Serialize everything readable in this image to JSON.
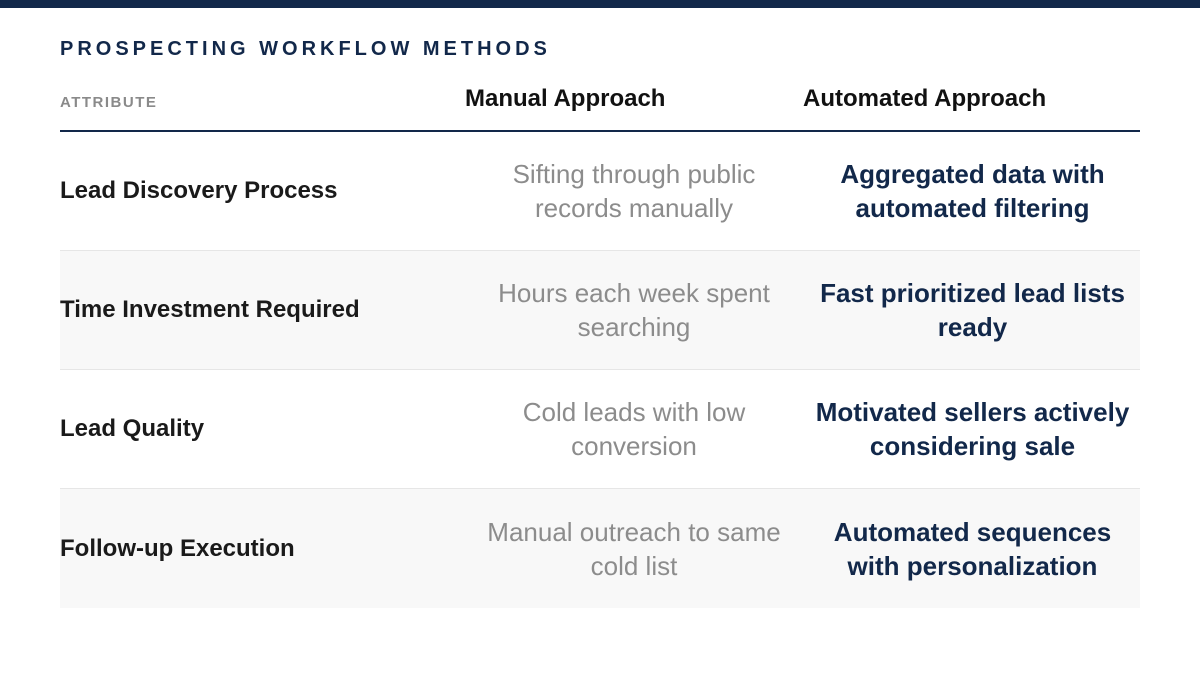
{
  "title": "PROSPECTING WORKFLOW METHODS",
  "headers": {
    "attribute": "ATTRIBUTE",
    "manual": "Manual Approach",
    "automated": "Automated Approach"
  },
  "rows": [
    {
      "attribute": "Lead Discovery Process",
      "manual": "Sifting through public records manually",
      "automated": "Aggregated data with automated filtering"
    },
    {
      "attribute": "Time Investment Required",
      "manual": "Hours each week spent searching",
      "automated": "Fast prioritized lead lists ready"
    },
    {
      "attribute": "Lead Quality",
      "manual": "Cold leads with low conversion",
      "automated": "Motivated sellers actively considering sale"
    },
    {
      "attribute": "Follow-up Execution",
      "manual": "Manual outreach to same cold list",
      "automated": "Automated sequences with personalization"
    }
  ],
  "colors": {
    "accent": "#12284a",
    "muted_text": "#8c8c8c",
    "alt_row_bg": "#f8f8f8"
  }
}
